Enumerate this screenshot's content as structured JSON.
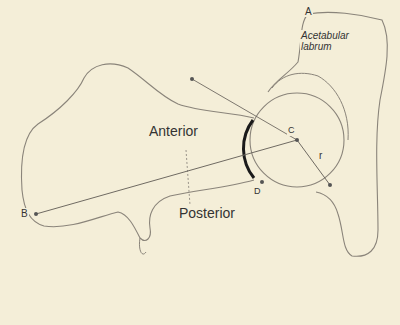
{
  "diagram": {
    "labels": [
      "A",
      "Acetabular labrum",
      "Anterior",
      "C",
      "r",
      "B",
      "D",
      "Posterior"
    ]
  }
}
